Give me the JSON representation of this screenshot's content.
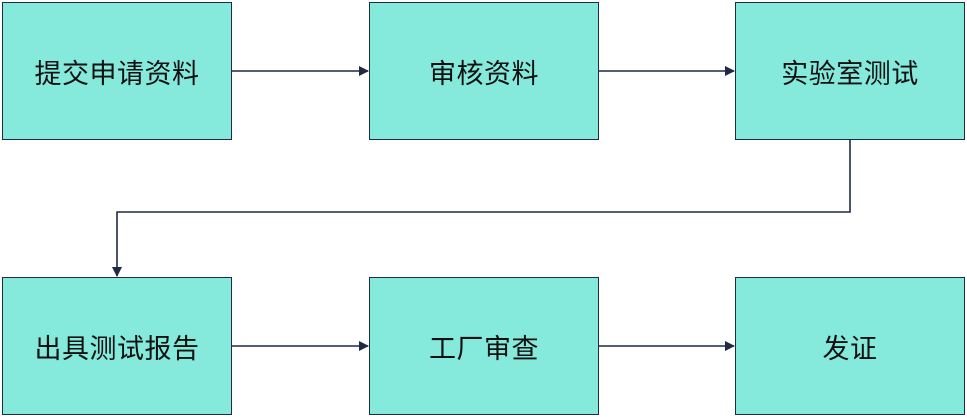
{
  "flow": {
    "nodes": [
      {
        "label": "提交申请资料"
      },
      {
        "label": "审核资料"
      },
      {
        "label": "实验室测试"
      },
      {
        "label": "出具测试报告"
      },
      {
        "label": "工厂审查"
      },
      {
        "label": "发证"
      }
    ],
    "edges": [
      {
        "from": "提交申请资料",
        "to": "审核资料"
      },
      {
        "from": "审核资料",
        "to": "实验室测试"
      },
      {
        "from": "实验室测试",
        "to": "出具测试报告"
      },
      {
        "from": "出具测试报告",
        "to": "工厂审查"
      },
      {
        "from": "工厂审查",
        "to": "发证"
      }
    ],
    "colors": {
      "node_fill": "#85e9dc",
      "stroke": "#1f2a44",
      "text": "#111111"
    }
  }
}
